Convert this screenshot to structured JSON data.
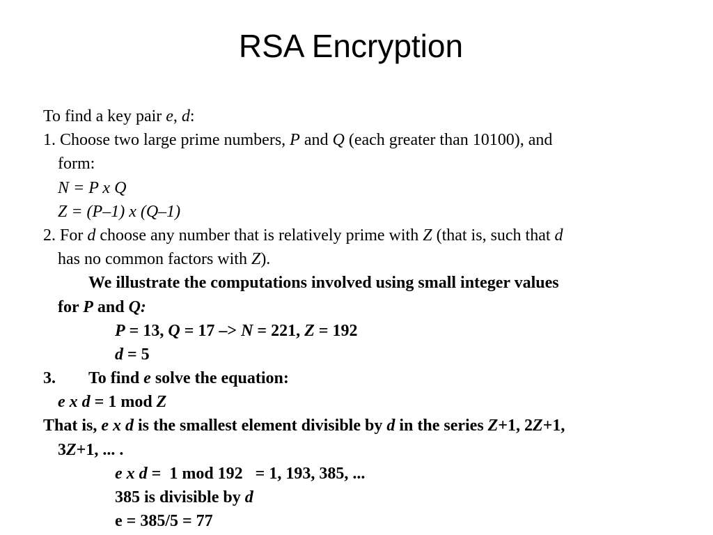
{
  "slide": {
    "title": "RSA Encryption"
  },
  "lines": {
    "l1": {
      "a": "To find a key pair ",
      "b": "e",
      "c": ", ",
      "d": "d",
      "e": ":"
    },
    "l2": {
      "a": "1. Choose two large prime numbers, ",
      "b": "P",
      "c": " and ",
      "d": "Q",
      "e": " (each greater than 10100), and"
    },
    "l3": {
      "a": "form:"
    },
    "l4": {
      "a": "N = P x Q"
    },
    "l5": {
      "a": "Z = (P–1) x (Q–1)"
    },
    "l6": {
      "a": "2. For ",
      "b": "d",
      "c": " choose any number that is relatively prime with ",
      "d": "Z",
      "e": " (that is, such that ",
      "f": "d"
    },
    "l7": {
      "a": "has no common factors with ",
      "b": "Z",
      "c": ")."
    },
    "l8": {
      "a": "We illustrate the computations involved using small integer values"
    },
    "l9": {
      "a": "for ",
      "b": "P",
      "c": " and ",
      "d": "Q:"
    },
    "l10": {
      "a": "P",
      "b": " = 13, ",
      "c": "Q",
      "d": " = 17 –> ",
      "e": "N",
      "f": " = 221, ",
      "g": "Z",
      "h": " = 192"
    },
    "l11": {
      "a": "d",
      "b": " = 5"
    },
    "l12": {
      "num": "3.",
      "a": "To find ",
      "b": "e",
      "c": " solve the equation:"
    },
    "l13": {
      "a": "e x d",
      "b": " = 1 mod ",
      "c": "Z"
    },
    "l14": {
      "a": "That is, ",
      "b": "e x d",
      "c": " is the smallest element divisible by ",
      "d": "d",
      "e": " in the series ",
      "f": "Z",
      "g": "+1, 2",
      "h": "Z",
      "i": "+1,"
    },
    "l15": {
      "a": "3",
      "b": "Z",
      "c": "+1, ... ."
    },
    "l16": {
      "a": "e x d",
      "b": " =  1 mod 192   = 1, 193, 385, ..."
    },
    "l17": {
      "a": "385 is divisible by ",
      "b": "d"
    },
    "l18": {
      "a": "e = 385/5 = 77"
    }
  }
}
